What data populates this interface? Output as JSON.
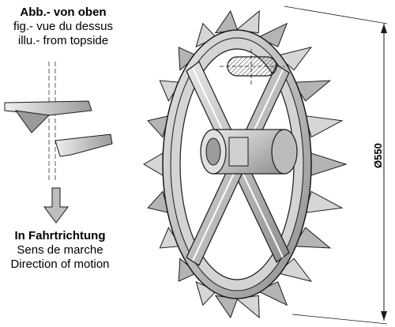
{
  "captions": {
    "top_view": {
      "line1": "Abb.- von oben",
      "line2": "fig.- vue du dessus",
      "line3": "illu.- from topside"
    },
    "direction": {
      "line1": "In Fahrtrichtung",
      "line2": "Sens de marche",
      "line3": "Direction of motion"
    }
  },
  "dimension": {
    "diameter_label": "Ø550"
  },
  "colors": {
    "metal": "#c8c8c8",
    "metal_dark": "#8c8c8c",
    "outline": "#1a1a1a",
    "background": "#ffffff"
  }
}
